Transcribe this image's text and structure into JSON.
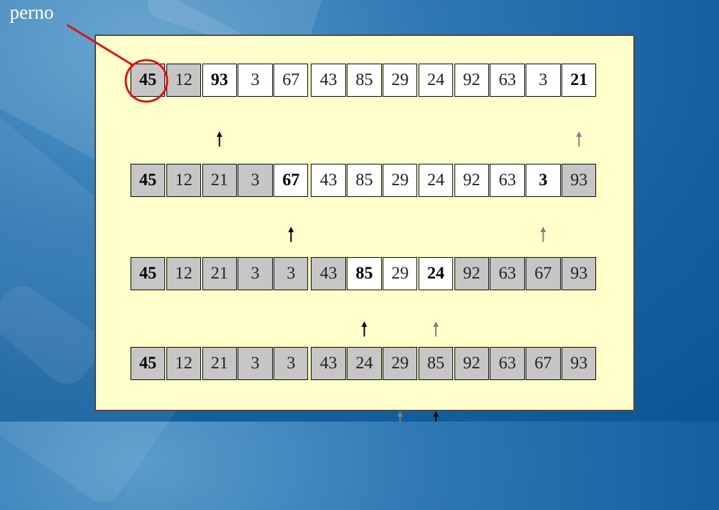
{
  "pivot_label": "perno",
  "rows": [
    {
      "cells": [
        {
          "value": "45",
          "shade": "gray",
          "bold": true
        },
        {
          "value": "12",
          "shade": "gray",
          "bold": false
        },
        {
          "value": "93",
          "shade": "white",
          "bold": true
        },
        {
          "value": "3",
          "shade": "white",
          "bold": false
        },
        {
          "value": "67",
          "shade": "white",
          "bold": false
        },
        {
          "value": "43",
          "shade": "white",
          "bold": false
        },
        {
          "value": "85",
          "shade": "white",
          "bold": false
        },
        {
          "value": "29",
          "shade": "white",
          "bold": false
        },
        {
          "value": "24",
          "shade": "white",
          "bold": false
        },
        {
          "value": "92",
          "shade": "white",
          "bold": false
        },
        {
          "value": "63",
          "shade": "white",
          "bold": false
        },
        {
          "value": "3",
          "shade": "white",
          "bold": false
        },
        {
          "value": "21",
          "shade": "white",
          "bold": true
        }
      ],
      "arrows": [
        {
          "index": 2,
          "color": "black"
        },
        {
          "index": 12,
          "color": "gray"
        }
      ]
    },
    {
      "cells": [
        {
          "value": "45",
          "shade": "gray",
          "bold": true
        },
        {
          "value": "12",
          "shade": "gray",
          "bold": false
        },
        {
          "value": "21",
          "shade": "gray",
          "bold": false
        },
        {
          "value": "3",
          "shade": "gray",
          "bold": false
        },
        {
          "value": "67",
          "shade": "white",
          "bold": true
        },
        {
          "value": "43",
          "shade": "white",
          "bold": false
        },
        {
          "value": "85",
          "shade": "white",
          "bold": false
        },
        {
          "value": "29",
          "shade": "white",
          "bold": false
        },
        {
          "value": "24",
          "shade": "white",
          "bold": false
        },
        {
          "value": "92",
          "shade": "white",
          "bold": false
        },
        {
          "value": "63",
          "shade": "white",
          "bold": false
        },
        {
          "value": "3",
          "shade": "white",
          "bold": true
        },
        {
          "value": "93",
          "shade": "gray",
          "bold": false
        }
      ],
      "arrows": [
        {
          "index": 4,
          "color": "black"
        },
        {
          "index": 11,
          "color": "gray"
        }
      ]
    },
    {
      "cells": [
        {
          "value": "45",
          "shade": "gray",
          "bold": true
        },
        {
          "value": "12",
          "shade": "gray",
          "bold": false
        },
        {
          "value": "21",
          "shade": "gray",
          "bold": false
        },
        {
          "value": "3",
          "shade": "gray",
          "bold": false
        },
        {
          "value": "3",
          "shade": "gray",
          "bold": false
        },
        {
          "value": "43",
          "shade": "gray",
          "bold": false
        },
        {
          "value": "85",
          "shade": "white",
          "bold": true
        },
        {
          "value": "29",
          "shade": "white",
          "bold": false
        },
        {
          "value": "24",
          "shade": "white",
          "bold": true
        },
        {
          "value": "92",
          "shade": "gray",
          "bold": false
        },
        {
          "value": "63",
          "shade": "gray",
          "bold": false
        },
        {
          "value": "67",
          "shade": "gray",
          "bold": false
        },
        {
          "value": "93",
          "shade": "gray",
          "bold": false
        }
      ],
      "arrows": [
        {
          "index": 6,
          "color": "black"
        },
        {
          "index": 8,
          "color": "gray"
        }
      ]
    },
    {
      "cells": [
        {
          "value": "45",
          "shade": "gray",
          "bold": true
        },
        {
          "value": "12",
          "shade": "gray",
          "bold": false
        },
        {
          "value": "21",
          "shade": "gray",
          "bold": false
        },
        {
          "value": "3",
          "shade": "gray",
          "bold": false
        },
        {
          "value": "3",
          "shade": "gray",
          "bold": false
        },
        {
          "value": "43",
          "shade": "gray",
          "bold": false
        },
        {
          "value": "24",
          "shade": "gray",
          "bold": false
        },
        {
          "value": "29",
          "shade": "gray",
          "bold": false
        },
        {
          "value": "85",
          "shade": "gray",
          "bold": false
        },
        {
          "value": "92",
          "shade": "gray",
          "bold": false
        },
        {
          "value": "63",
          "shade": "gray",
          "bold": false
        },
        {
          "value": "67",
          "shade": "gray",
          "bold": false
        },
        {
          "value": "93",
          "shade": "gray",
          "bold": false
        }
      ],
      "arrows": [
        {
          "index": 7,
          "color": "gray"
        },
        {
          "index": 8,
          "color": "black"
        }
      ]
    }
  ],
  "colors": {
    "pivot_circle": "#e01010",
    "arrow_black": "#000000",
    "arrow_gray": "#808080",
    "cell_gray": "#c6c6c6",
    "cell_white": "#ffffff",
    "panel": "#ffffcc"
  }
}
